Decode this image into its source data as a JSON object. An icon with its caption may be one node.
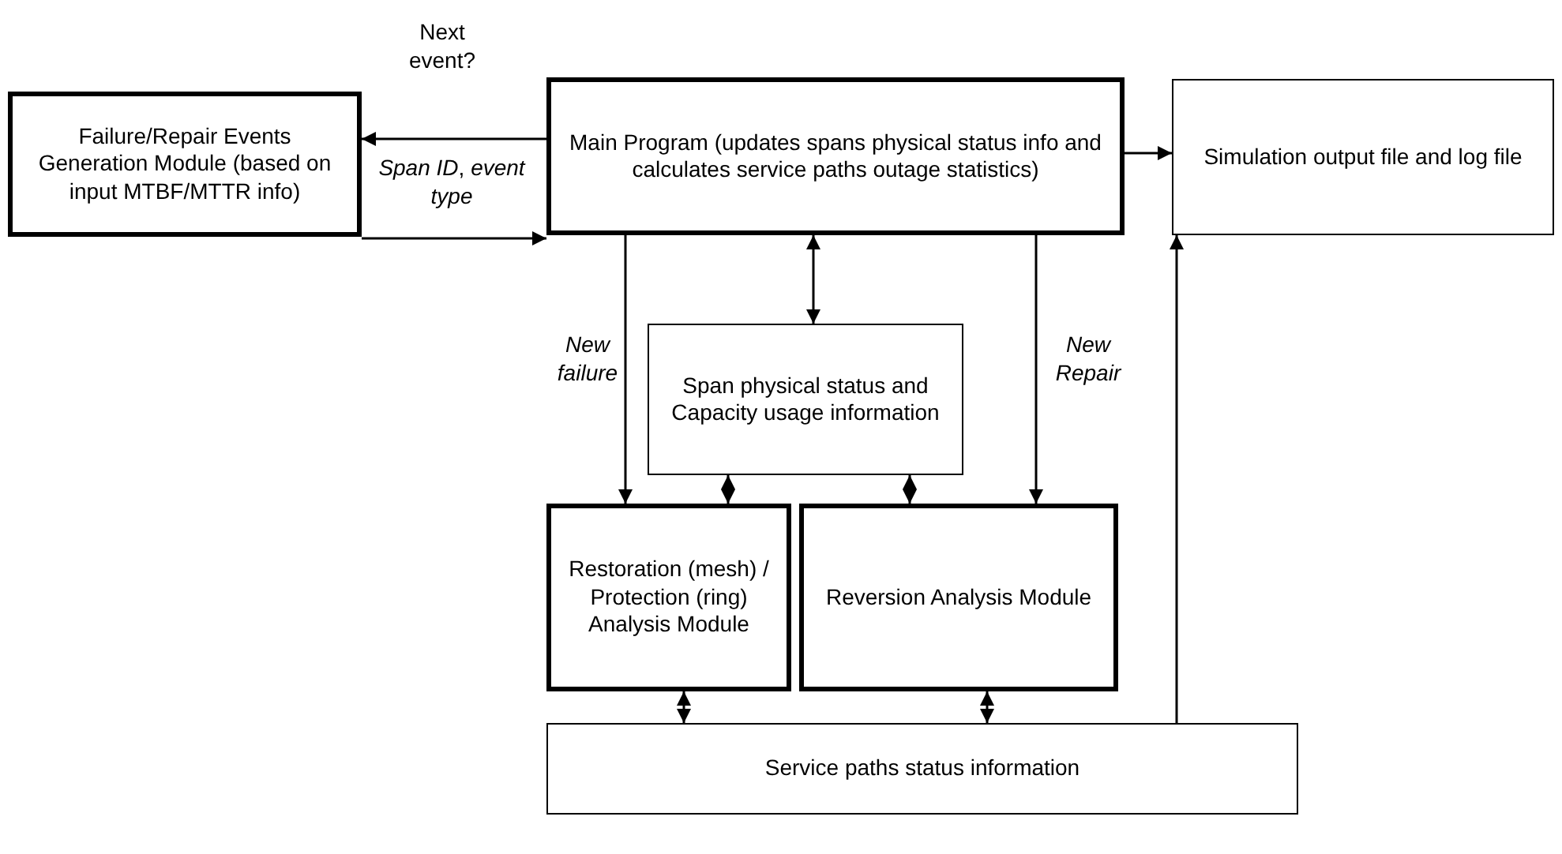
{
  "diagram": {
    "nodes": [
      {
        "text": [
          "Failure/Repair Events Generation Module (based on input MTBF/MTTR info)"
        ]
      },
      {
        "text": [
          "Main Program (updates spans physical status info and calculates service paths outage statistics)"
        ]
      },
      {
        "text": [
          "Simulation output file and log file"
        ]
      },
      {
        "text": [
          "Span physical status and Capacity usage information"
        ]
      },
      {
        "text": [
          "Restoration (mesh) / Protection (ring) Analysis Module"
        ]
      },
      {
        "text": [
          "Reversion Analysis Module"
        ]
      },
      {
        "text": [
          "Service paths status information"
        ]
      }
    ],
    "edges": [
      {
        "from": 1,
        "to": 0,
        "arrow": "to",
        "label": "Next event?"
      },
      {
        "from": 0,
        "to": 1,
        "arrow": "to",
        "label": "*Span ID*, *event type*"
      },
      {
        "from": 1,
        "to": 2,
        "arrow": "to"
      },
      {
        "from": 1,
        "to": 3,
        "arrow": "both"
      },
      {
        "from": 1,
        "to": 4,
        "arrow": "to",
        "label": "*New failure*"
      },
      {
        "from": 1,
        "to": 5,
        "arrow": "to",
        "label": "*New Repair*"
      },
      {
        "from": 3,
        "to": 4,
        "arrow": "both"
      },
      {
        "from": 3,
        "to": 5,
        "arrow": "both"
      },
      {
        "from": 4,
        "to": 6,
        "arrow": "both"
      },
      {
        "from": 5,
        "to": 6,
        "arrow": "both"
      },
      {
        "from": 6,
        "to": 2,
        "arrow": "to"
      }
    ]
  }
}
